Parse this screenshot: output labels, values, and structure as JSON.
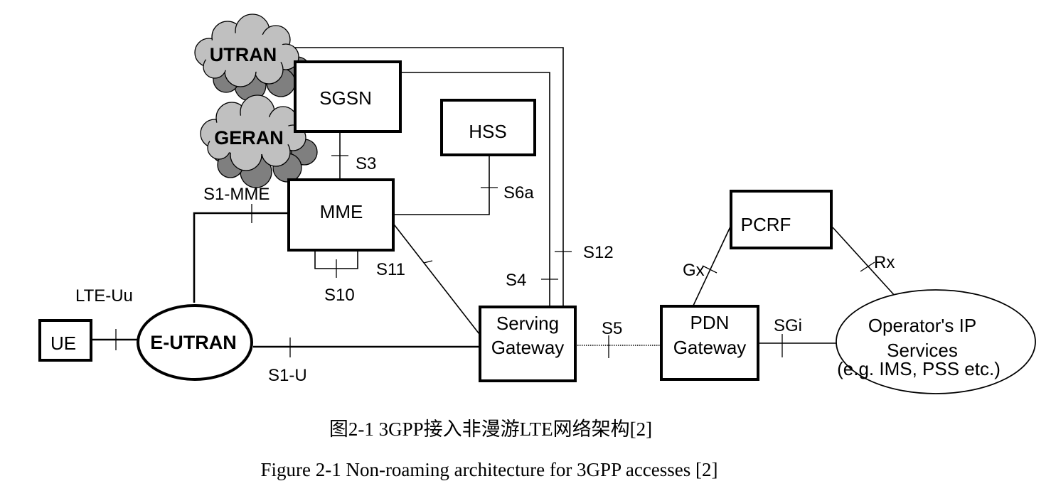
{
  "diagram": {
    "nodes": {
      "ue": "UE",
      "eutran": "E-UTRAN",
      "utran": "UTRAN",
      "geran": "GERAN",
      "sgsn": "SGSN",
      "hss": "HSS",
      "mme": "MME",
      "pcrf": "PCRF",
      "serving_gw_1": "Serving",
      "serving_gw_2": "Gateway",
      "pdn_gw_1": "PDN",
      "pdn_gw_2": "Gateway",
      "ip_services_1": "Operator's IP",
      "ip_services_2": "Services",
      "ip_services_3": "(e.g. IMS, PSS etc.)"
    },
    "interfaces": {
      "lte_uu": "LTE-Uu",
      "s1_mme": "S1-MME",
      "s1_u": "S1-U",
      "s3": "S3",
      "s6a": "S6a",
      "s10": "S10",
      "s11": "S11",
      "s4": "S4",
      "s12": "S12",
      "s5": "S5",
      "sgi": "SGi",
      "gx": "Gx",
      "rx": "Rx"
    }
  },
  "captions": {
    "zh": "图2-1 3GPP接入非漫游LTE网络架构[2]",
    "en": "Figure 2-1 Non-roaming architecture for 3GPP accesses [2]"
  }
}
